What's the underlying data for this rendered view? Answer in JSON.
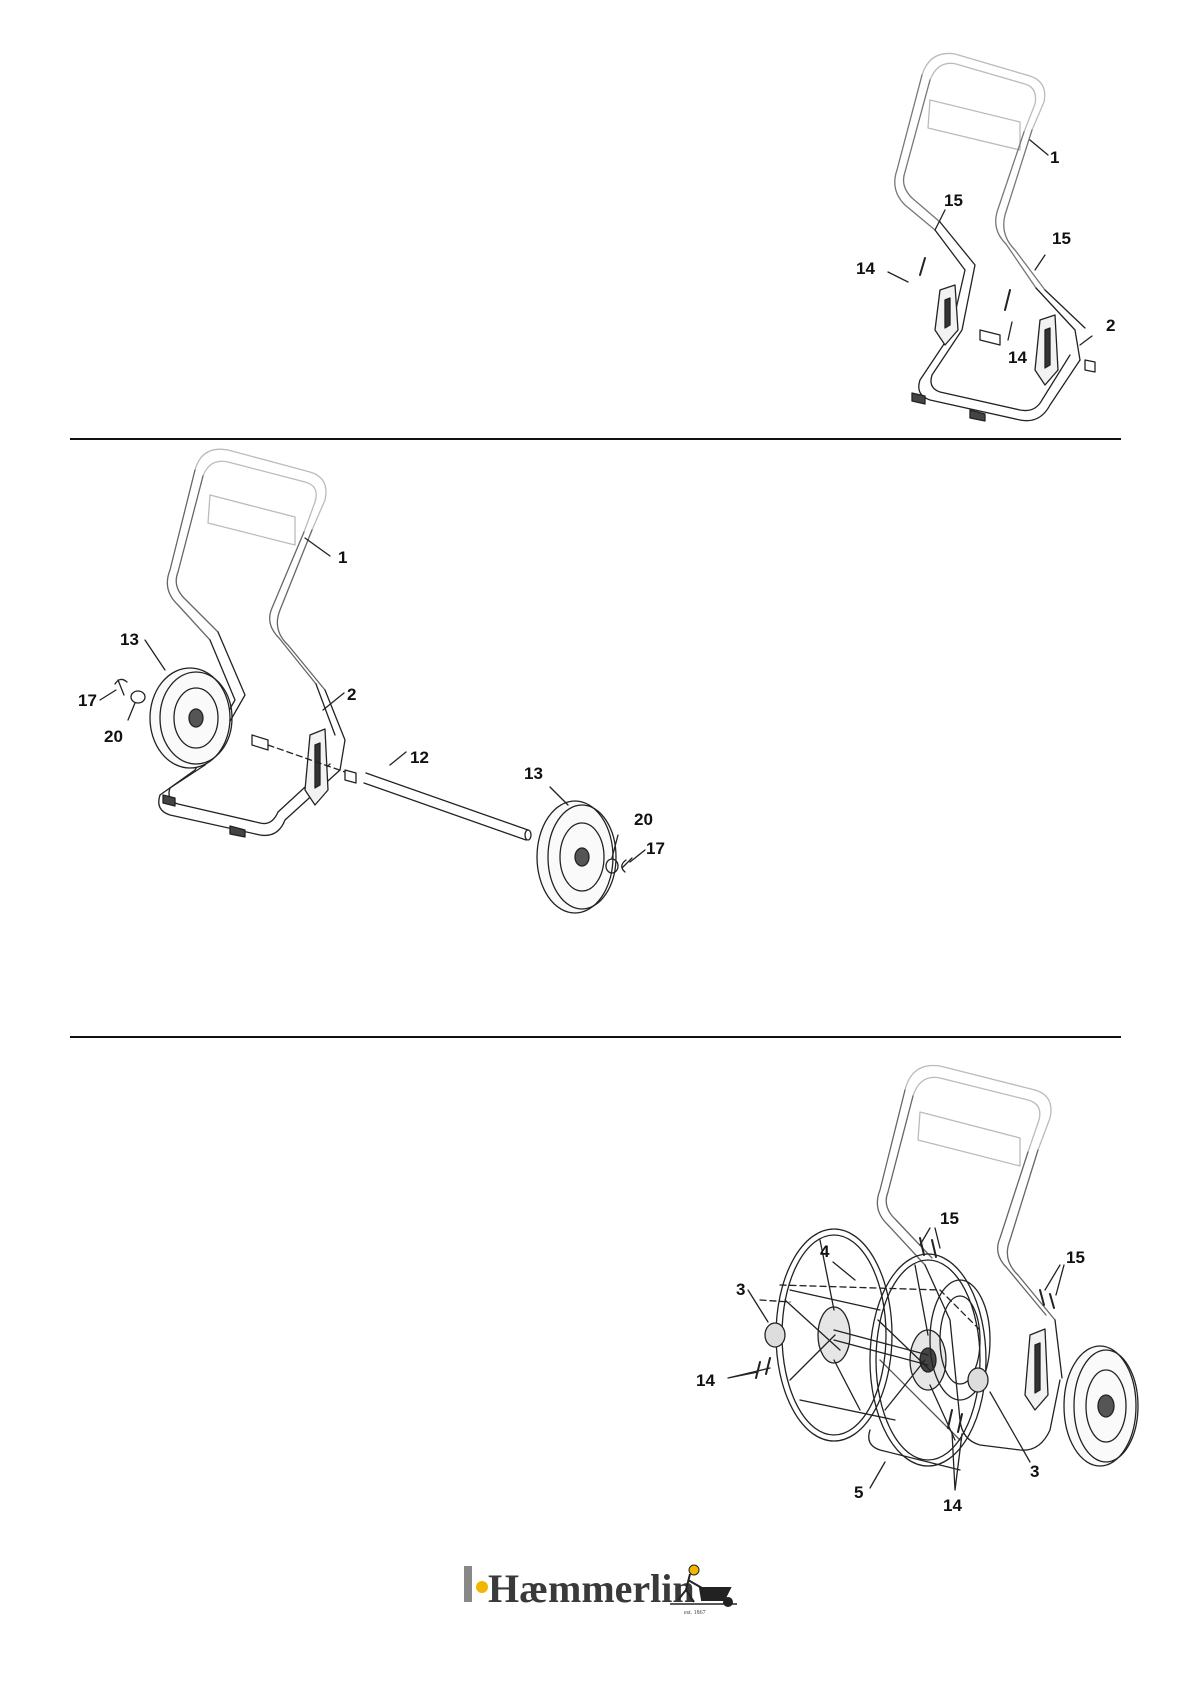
{
  "diagram_top": {
    "callouts": [
      "1",
      "15",
      "15",
      "14",
      "14",
      "2"
    ]
  },
  "diagram_middle": {
    "callouts": [
      "1",
      "13",
      "17",
      "20",
      "2",
      "12",
      "13",
      "20",
      "17"
    ]
  },
  "diagram_bottom": {
    "callouts": [
      "15",
      "4",
      "15",
      "3",
      "14",
      "3",
      "5",
      "14"
    ]
  },
  "logo": {
    "wordmark": "Hæmmerlin",
    "tagline": "est. 1867"
  }
}
